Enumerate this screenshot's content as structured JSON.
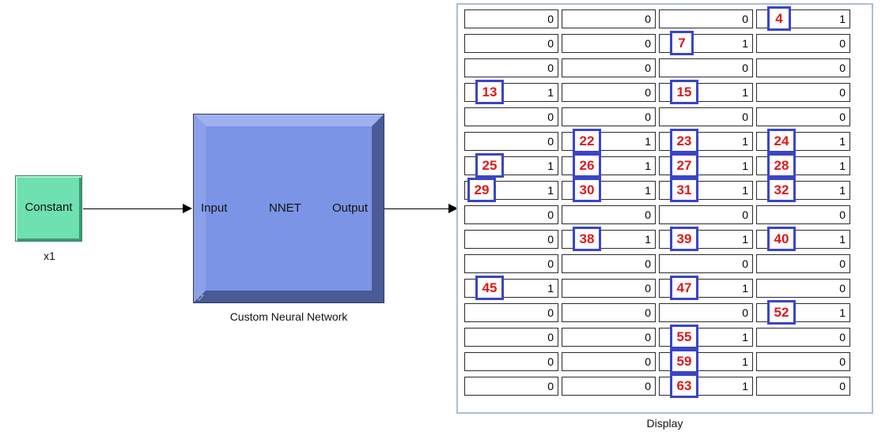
{
  "constant_block": {
    "label": "Constant",
    "caption": "x1"
  },
  "nnet_block": {
    "input_label": "Input",
    "title": "NNET",
    "output_label": "Output",
    "caption": "Custom Neural Network"
  },
  "display": {
    "caption": "Display",
    "rows": [
      [
        "0",
        "0",
        "0",
        "1"
      ],
      [
        "0",
        "0",
        "1",
        "0"
      ],
      [
        "0",
        "0",
        "0",
        "0"
      ],
      [
        "1",
        "0",
        "1",
        "0"
      ],
      [
        "0",
        "0",
        "0",
        "0"
      ],
      [
        "0",
        "1",
        "1",
        "1"
      ],
      [
        "1",
        "1",
        "1",
        "1"
      ],
      [
        "1",
        "1",
        "1",
        "1"
      ],
      [
        "0",
        "0",
        "0",
        "0"
      ],
      [
        "0",
        "1",
        "1",
        "1"
      ],
      [
        "0",
        "0",
        "0",
        "0"
      ],
      [
        "1",
        "0",
        "1",
        "0"
      ],
      [
        "0",
        "0",
        "0",
        "1"
      ],
      [
        "0",
        "0",
        "1",
        "0"
      ],
      [
        "0",
        "0",
        "1",
        "0"
      ],
      [
        "0",
        "0",
        "1",
        "0"
      ]
    ]
  },
  "markers": [
    {
      "label": "4",
      "row": 0,
      "col": 3
    },
    {
      "label": "7",
      "row": 1,
      "col": 2
    },
    {
      "label": "13",
      "row": 3,
      "col": 0
    },
    {
      "label": "15",
      "row": 3,
      "col": 2
    },
    {
      "label": "22",
      "row": 5,
      "col": 1
    },
    {
      "label": "23",
      "row": 5,
      "col": 2
    },
    {
      "label": "24",
      "row": 5,
      "col": 3
    },
    {
      "label": "25",
      "row": 6,
      "col": 0
    },
    {
      "label": "26",
      "row": 6,
      "col": 1
    },
    {
      "label": "27",
      "row": 6,
      "col": 2
    },
    {
      "label": "28",
      "row": 6,
      "col": 3
    },
    {
      "label": "29",
      "row": 7,
      "col": 0
    },
    {
      "label": "30",
      "row": 7,
      "col": 1
    },
    {
      "label": "31",
      "row": 7,
      "col": 2
    },
    {
      "label": "32",
      "row": 7,
      "col": 3
    },
    {
      "label": "38",
      "row": 9,
      "col": 1
    },
    {
      "label": "39",
      "row": 9,
      "col": 2
    },
    {
      "label": "40",
      "row": 9,
      "col": 3
    },
    {
      "label": "45",
      "row": 11,
      "col": 0
    },
    {
      "label": "47",
      "row": 11,
      "col": 2
    },
    {
      "label": "52",
      "row": 12,
      "col": 3
    },
    {
      "label": "55",
      "row": 13,
      "col": 2
    },
    {
      "label": "59",
      "row": 14,
      "col": 2
    },
    {
      "label": "63",
      "row": 15,
      "col": 2
    }
  ],
  "colors": {
    "constant_fill": "#6fe0b0",
    "nnet_fill": "#7b94e6",
    "marker_border": "#3a44c8",
    "marker_text": "#e01818"
  }
}
